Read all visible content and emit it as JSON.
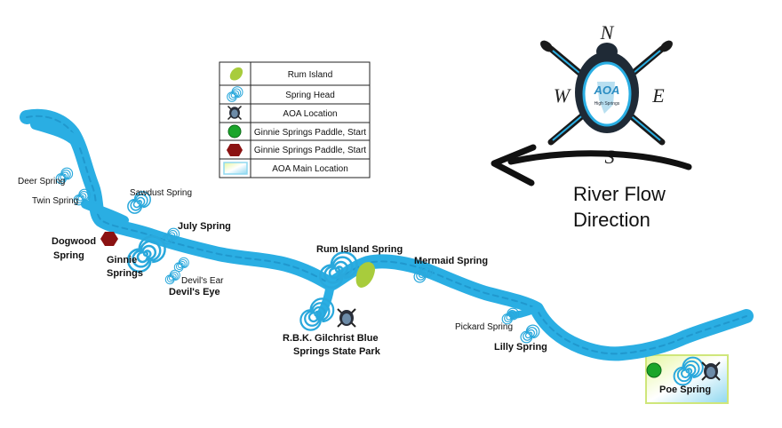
{
  "legend": {
    "items": [
      {
        "icon": "rum-island-icon",
        "label": "Rum Island"
      },
      {
        "icon": "spring-head-icon",
        "label": "Spring Head"
      },
      {
        "icon": "aoa-turtle-icon",
        "label": "AOA Location"
      },
      {
        "icon": "green-circle-icon",
        "label": "Ginnie Springs Paddle, Start"
      },
      {
        "icon": "red-hexagon-icon",
        "label": "Ginnie Springs Paddle, Start"
      },
      {
        "icon": "aoa-main-box-icon",
        "label": "AOA Main Location"
      }
    ]
  },
  "flow": {
    "line1": "River Flow",
    "line2": "Direction"
  },
  "compass": {
    "n": "N",
    "e": "E",
    "s": "S",
    "w": "W",
    "logo_text": "AOA",
    "logo_subtext": "High Springs"
  },
  "springs": {
    "deer": "Deer Spring",
    "twin": "Twin Spring",
    "sawdust": "Sawdust Spring",
    "dogwood_1": "Dogwood",
    "dogwood_2": "Spring",
    "july": "July Spring",
    "ginnie_1": "Ginnie",
    "ginnie_2": "Springs",
    "devils_ear": "Devil's Ear",
    "devils_eye": "Devil's Eye",
    "rum_island": "Rum Island Spring",
    "mermaid": "Mermaid Spring",
    "rbk_1": "R.B.K. Gilchrist Blue",
    "rbk_2": "Springs State Park",
    "pickard": "Pickard Spring",
    "lilly": "Lilly Spring",
    "poe": "Poe Spring"
  },
  "colors": {
    "river": "#2aaee3",
    "river_dark": "#1c8fc4",
    "island": "#a8cc3c",
    "start_green": "#1aa52a",
    "start_red": "#8b1212",
    "spiral": "#29a8dc"
  }
}
